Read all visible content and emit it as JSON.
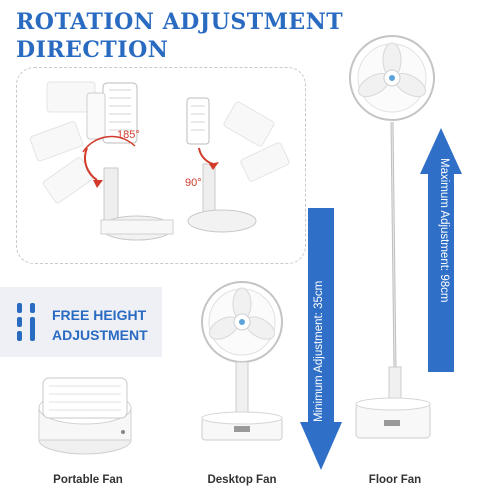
{
  "heading": {
    "line1": "ROTATION ADJUSTMENT",
    "line2": "DIRECTION"
  },
  "rotation": {
    "angle_large": "185°",
    "angle_small": "90°"
  },
  "feature": {
    "line1": "FREE HEIGHT",
    "line2": "ADJUSTMENT"
  },
  "arrows": {
    "minimum": "Minimum Adjustment: 35cm",
    "maximum": "Maximum Adjustment: 98cm"
  },
  "captions": {
    "portable": "Portable Fan",
    "desktop": "Desktop Fan",
    "floor": "Floor Fan"
  },
  "colors": {
    "brand_blue": "#2a6bc2",
    "arrow_blue": "#2f6fc7",
    "rotation_red": "#d23b2b"
  }
}
